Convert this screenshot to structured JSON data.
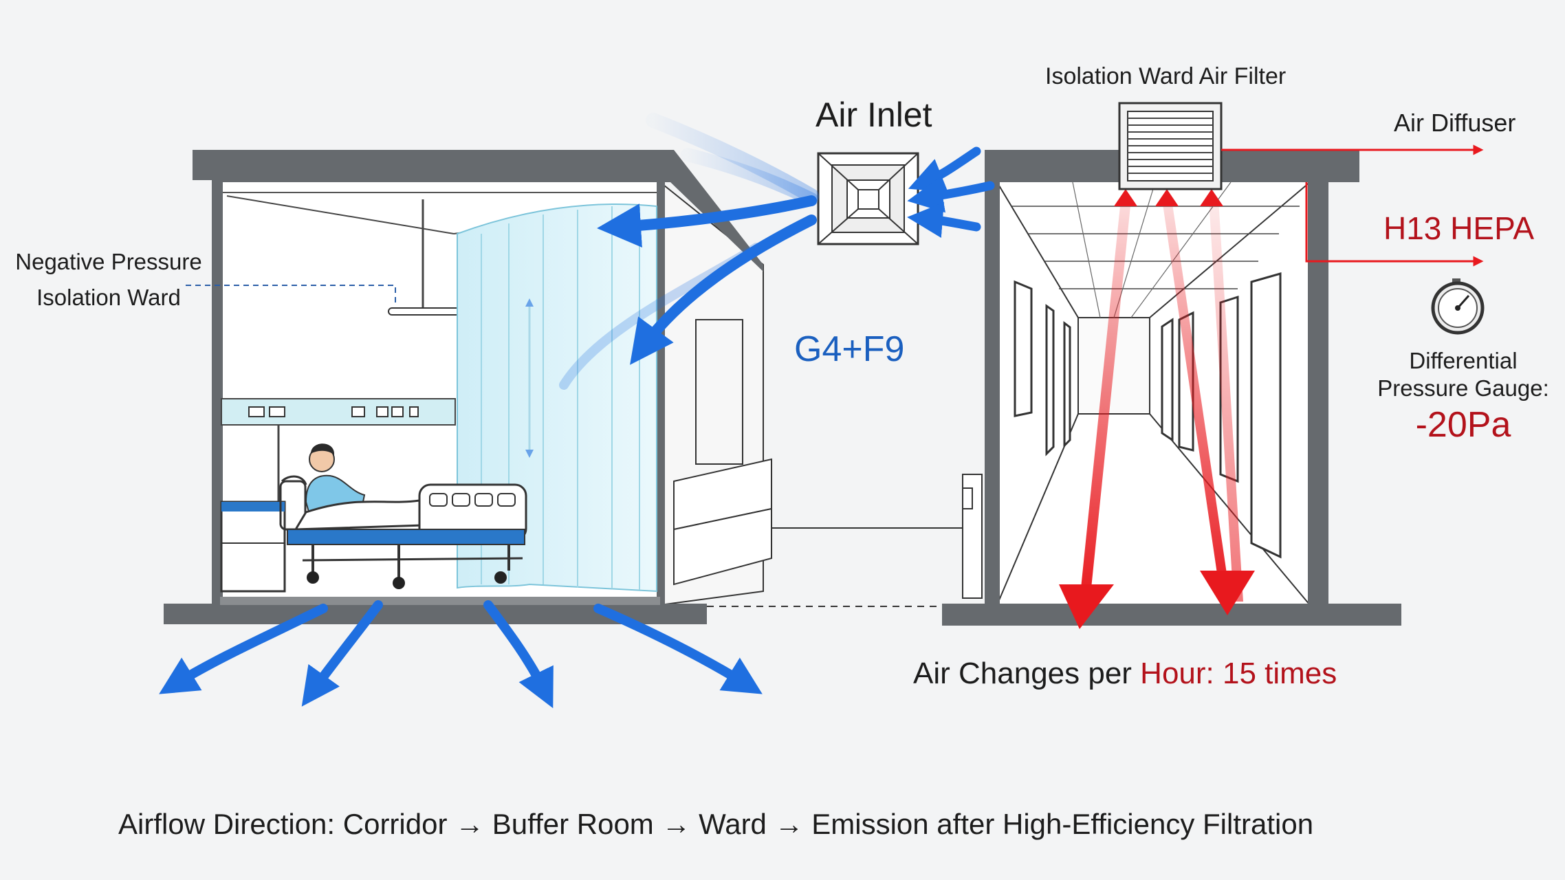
{
  "labels": {
    "negative_pressure_line1": "Negative Pressure",
    "negative_pressure_line2": "Isolation Ward",
    "air_inlet": "Air Inlet",
    "filter_grade": "G4+F9",
    "isolation_ward_air_filter": "Isolation Ward Air Filter",
    "air_diffuser": "Air Diffuser",
    "hepa": "H13 HEPA",
    "gauge_line1": "Differential",
    "gauge_line2": "Pressure Gauge:",
    "gauge_value": "-20Pa",
    "air_changes_prefix": "Air Changes per ",
    "air_changes_highlight": "Hour: 15 times",
    "airflow_direction": "Airflow Direction: Corridor → Buffer Room → Ward → Emission after High-Efficiency Filtration"
  },
  "colors": {
    "blue_arrow": "#1f6fe0",
    "red_arrow": "#e8191e",
    "wall": "#666a6e",
    "accent_text_red": "#b3121b",
    "accent_text_blue": "#1a5fbf"
  },
  "icons": {
    "air_inlet_vent": "square-vent-icon",
    "air_filter_unit": "louvered-filter-icon",
    "gauge": "pressure-gauge-icon"
  }
}
